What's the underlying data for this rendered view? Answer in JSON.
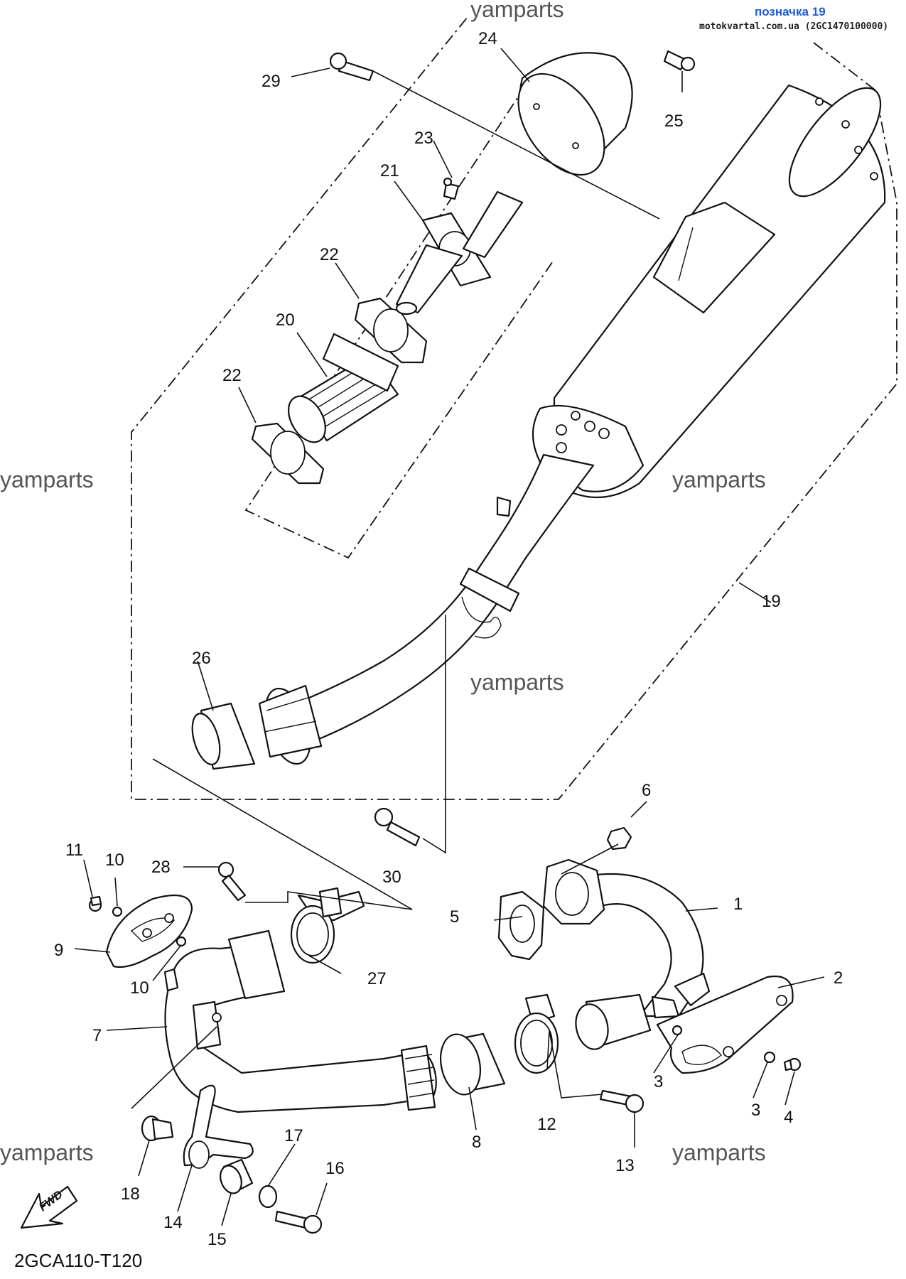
{
  "header": {
    "tag": "позначка 19",
    "source": "motokvartal.com.ua (2GC1470100000)"
  },
  "watermark": "yamparts",
  "diagram_code": "2GCA110-T120",
  "fwd_label": "FWD",
  "callouts": [
    "1",
    "2",
    "3",
    "3",
    "4",
    "5",
    "6",
    "7",
    "8",
    "9",
    "10",
    "10",
    "11",
    "12",
    "13",
    "14",
    "15",
    "16",
    "17",
    "18",
    "19",
    "20",
    "21",
    "22",
    "22",
    "23",
    "24",
    "25",
    "26",
    "27",
    "28",
    "29",
    "30"
  ]
}
